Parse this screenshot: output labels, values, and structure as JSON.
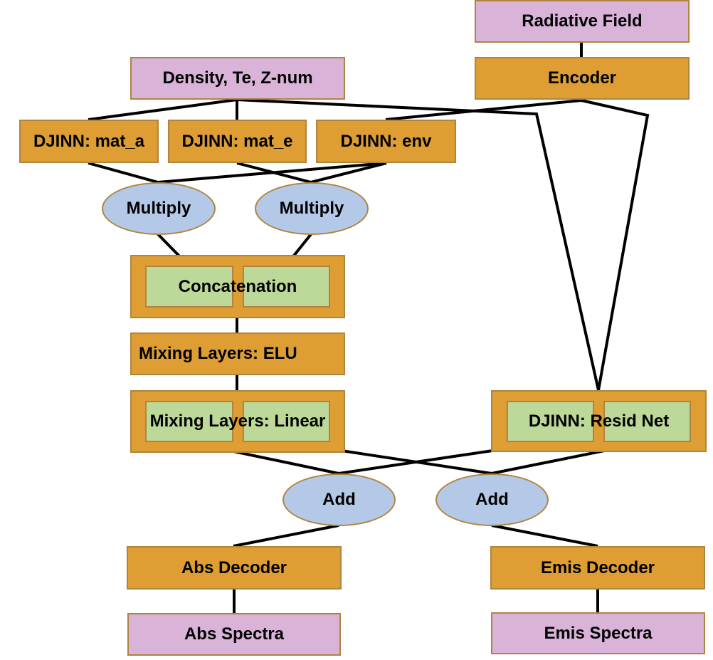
{
  "diagram": {
    "type": "neural-network-architecture",
    "nodes": {
      "radiative_field": "Radiative Field",
      "encoder": "Encoder",
      "inputs": "Density, Te, Z-num",
      "djinn_mat_a": "DJINN: mat_a",
      "djinn_mat_e": "DJINN: mat_e",
      "djinn_env": "DJINN: env",
      "multiply_1": "Multiply",
      "multiply_2": "Multiply",
      "concatenation": "Concatenation",
      "mixing_elu": "Mixing Layers: ELU",
      "mixing_linear": "Mixing Layers: Linear",
      "djinn_resid": "DJINN: Resid Net",
      "add_1": "Add",
      "add_2": "Add",
      "abs_decoder": "Abs Decoder",
      "emis_decoder": "Emis Decoder",
      "abs_spectra": "Abs Spectra",
      "emis_spectra": "Emis Spectra"
    },
    "edges": [
      [
        "radiative_field",
        "encoder"
      ],
      [
        "inputs",
        "djinn_mat_a"
      ],
      [
        "inputs",
        "djinn_mat_e"
      ],
      [
        "inputs",
        "djinn_resid"
      ],
      [
        "encoder",
        "djinn_env"
      ],
      [
        "encoder",
        "djinn_resid"
      ],
      [
        "djinn_mat_a",
        "multiply_1"
      ],
      [
        "djinn_env",
        "multiply_1"
      ],
      [
        "djinn_mat_e",
        "multiply_2"
      ],
      [
        "djinn_env",
        "multiply_2"
      ],
      [
        "multiply_1",
        "concatenation"
      ],
      [
        "multiply_2",
        "concatenation"
      ],
      [
        "concatenation",
        "mixing_elu"
      ],
      [
        "mixing_elu",
        "mixing_linear"
      ],
      [
        "mixing_linear",
        "add_1"
      ],
      [
        "mixing_linear",
        "add_2"
      ],
      [
        "djinn_resid",
        "add_1"
      ],
      [
        "djinn_resid",
        "add_2"
      ],
      [
        "add_1",
        "abs_decoder"
      ],
      [
        "add_2",
        "emis_decoder"
      ],
      [
        "abs_decoder",
        "abs_spectra"
      ],
      [
        "emis_decoder",
        "emis_spectra"
      ]
    ],
    "colors": {
      "io": "#D9B3D8",
      "layer": "#DE9E34",
      "split": "#BDD99A",
      "operation": "#B4C8E8",
      "border": "#B0843F",
      "edge": "#000000"
    }
  }
}
